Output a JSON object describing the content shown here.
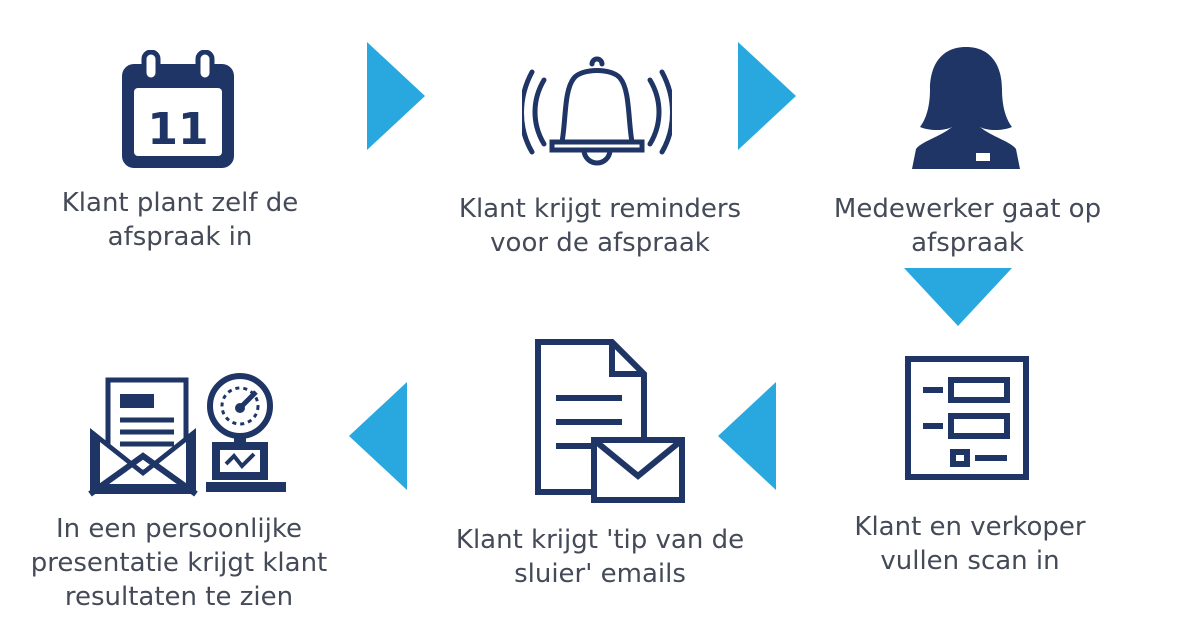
{
  "colors": {
    "icon": "#1f3566",
    "arrow": "#29a8e0",
    "text": "#444a57"
  },
  "steps": [
    {
      "icon": "calendar-icon",
      "day": "11",
      "label": [
        "Klant plant zelf de",
        "afspraak in"
      ]
    },
    {
      "icon": "bell-icon",
      "label": [
        "Klant krijgt reminders",
        "voor de afspraak"
      ]
    },
    {
      "icon": "employee-icon",
      "label": [
        "Medewerker gaat op",
        "afspraak"
      ]
    },
    {
      "icon": "form-icon",
      "label": [
        "Klant en verkoper",
        "vullen scan in"
      ]
    },
    {
      "icon": "document-email-icon",
      "label": [
        "Klant krijgt 'tip van de",
        "sluier' emails"
      ]
    },
    {
      "icon": "envelope-gauge-icon",
      "label": [
        "In een persoonlijke",
        "presentatie krijgt klant",
        "resultaten te zien"
      ]
    }
  ],
  "arrows": [
    "right",
    "right",
    "down",
    "left",
    "left"
  ]
}
